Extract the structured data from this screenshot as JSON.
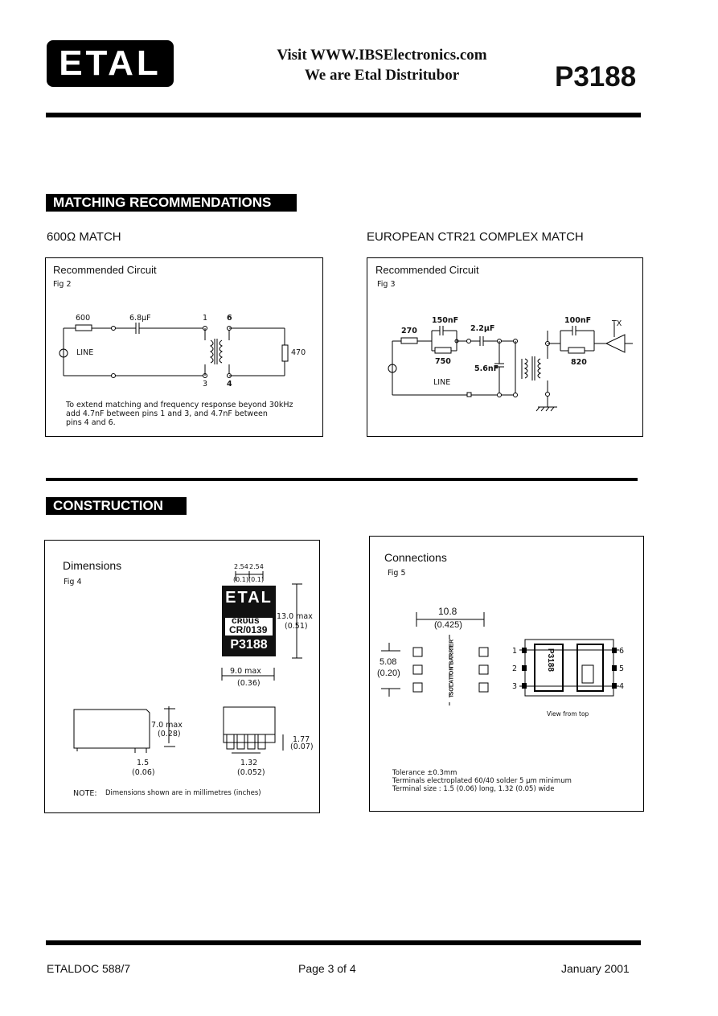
{
  "header": {
    "logo_text": "ETAL",
    "visit_line1": "Visit WWW.IBSElectronics.com",
    "visit_line2": "We are Etal Distritubor",
    "part_number": "P3188"
  },
  "matching": {
    "section_title": "MATCHING RECOMMENDATIONS",
    "left_title": "600Ω MATCH",
    "right_title": "EUROPEAN CTR21  COMPLEX MATCH",
    "fig2": {
      "heading": "Recommended  Circuit",
      "fig": "Fig  2",
      "r1": "600",
      "cap": "6.8μF",
      "pin1": "1",
      "pin3": "3",
      "pin6": "6",
      "pin4": "4",
      "line": "LINE",
      "load": "470",
      "note_l1": "To  extend  matching  and  frequency  response  beyond  30kHz",
      "note_l2": "add  4.7nF  between  pins  1  and  3,  and  4.7nF  between",
      "note_l3": "pins  4  and  6."
    },
    "fig3": {
      "heading": "Recommended  Circuit",
      "fig": "Fig  3",
      "r270": "270",
      "c150": "150nF",
      "r750": "750",
      "c22": "2.2μF",
      "c56": "5.6nF",
      "line": "LINE",
      "c100": "100nF",
      "r820": "820",
      "tx": "TX"
    }
  },
  "construction": {
    "section_title": "CONSTRUCTION",
    "fig4": {
      "heading": "Dimensions",
      "fig": "Fig  4",
      "pitch1": "2.54",
      "pitch2": "2.54",
      "pitch1_in": "(0.1)",
      "pitch2_in": "(0.1)",
      "body_logo": "ETAL",
      "ul_mark": "cʀᴜus",
      "cert": "CR/0139",
      "body_part": "P3188",
      "height": "13.0  max",
      "height_in": "(0.51)",
      "width": "9.0  max",
      "width_in": "(0.36)",
      "side_h": "7.0  max",
      "side_h_in": "(0.28)",
      "foot": "1.5",
      "foot_in": "(0.06)",
      "pin_h": "1.77",
      "pin_h_in": "(0.07)",
      "pin_w": "1.32",
      "pin_w_in": "(0.052)",
      "note_label": "NOTE:",
      "note_text": "Dimensions  shown  are  in  millimetres  (inches)"
    },
    "fig5": {
      "heading": "Connections",
      "fig": "Fig  5",
      "span": "10.8",
      "span_in": "(0.425)",
      "pitch": "5.08",
      "pitch_in": "(0.20)",
      "barrier": "ISOLATION  BARRIER",
      "pins_left": [
        "1",
        "2",
        "3"
      ],
      "pins_right": [
        "6",
        "5",
        "4"
      ],
      "view": "View from top",
      "tol1": "Tolerance ±0.3mm",
      "tol2": "Terminals  electroplated  60/40  solder  5  μm   minimum",
      "tol3": "Terminal  size  :  1.5  (0.06)  long,  1.32  (0.05)  wide"
    }
  },
  "footer": {
    "doc": "ETALDOC 588/7",
    "page": "Page 3 of 4",
    "date": "January 2001"
  }
}
